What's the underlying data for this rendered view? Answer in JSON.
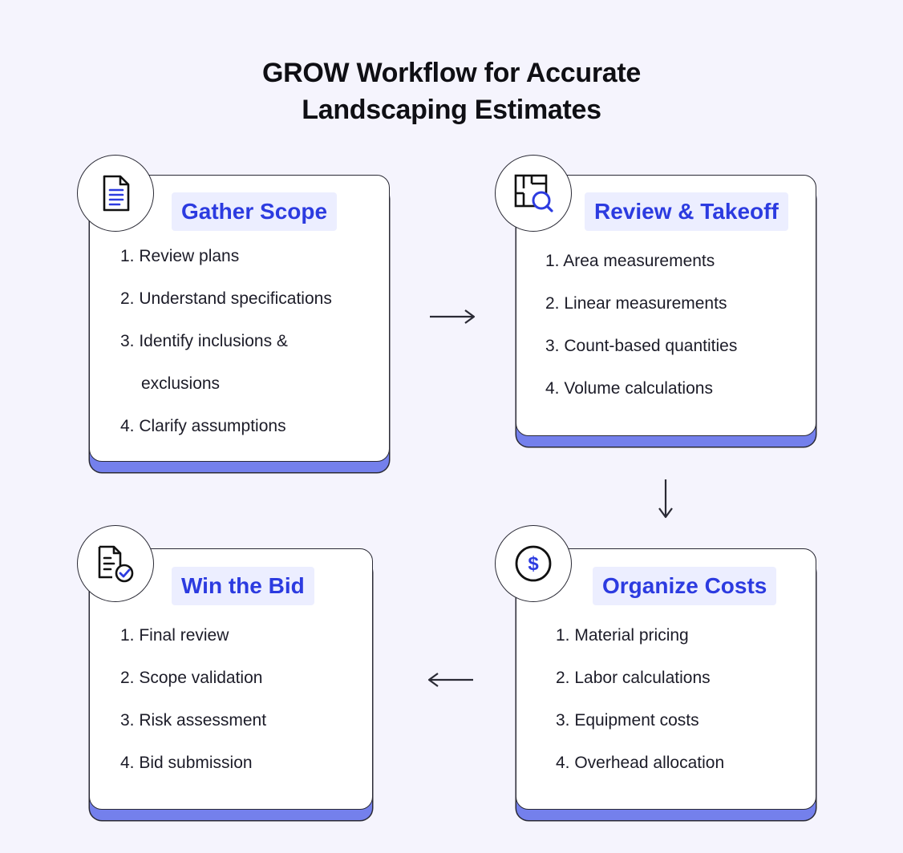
{
  "title": {
    "line1": "GROW Workflow for Accurate",
    "line2": "Landscaping Estimates"
  },
  "icons": {
    "gather": "document-icon",
    "review": "blueprint-search-icon",
    "organize": "dollar-icon",
    "win": "document-check-icon"
  },
  "colors": {
    "accent": "#2c3be0",
    "shadow": "#7480ec",
    "heading_bg": "#eceeff",
    "background": "#f5f4fd"
  },
  "cards": {
    "gather": {
      "heading": "Gather Scope",
      "items": [
        "1. Review plans",
        "2. Understand specifications",
        "3. Identify inclusions &",
        "exclusions",
        "4. Clarify assumptions"
      ]
    },
    "review": {
      "heading": "Review & Takeoff",
      "items": [
        "1. Area measurements",
        "2. Linear measurements",
        "3. Count-based quantities",
        "4. Volume calculations"
      ]
    },
    "organize": {
      "heading": "Organize Costs",
      "items": [
        "1. Material pricing",
        "2. Labor calculations",
        "3. Equipment costs",
        "4. Overhead allocation"
      ]
    },
    "win": {
      "heading": "Win the Bid",
      "items": [
        "1. Final review",
        "2. Scope validation",
        "3. Risk assessment",
        "4. Bid submission"
      ]
    }
  }
}
